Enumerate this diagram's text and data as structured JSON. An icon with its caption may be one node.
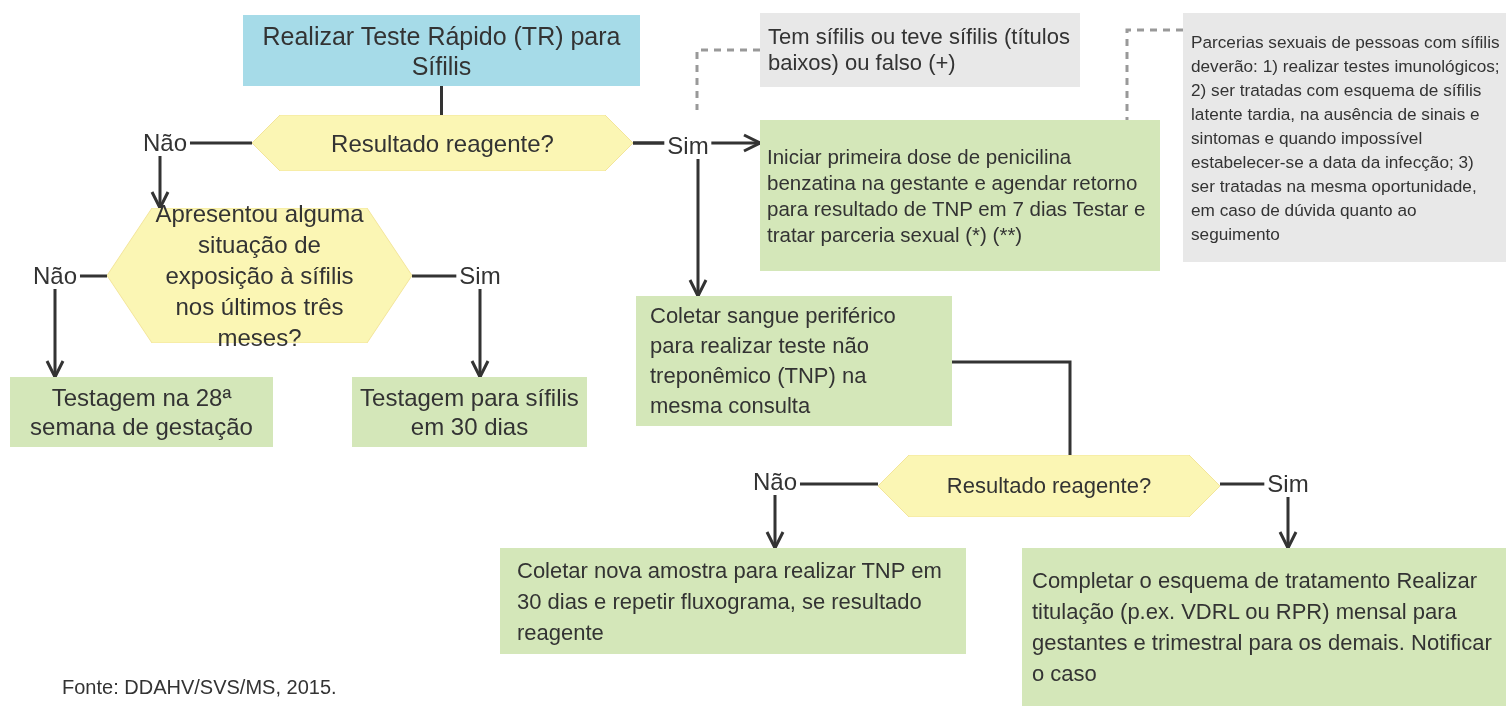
{
  "diagram": {
    "caption": "Fonte: DDAHV/SVS/MS, 2015.",
    "nodes": [
      {
        "text": [
          "Realizar Teste Rápido (TR) para Sífilis"
        ]
      },
      {
        "text": [
          "Resultado reagente?"
        ]
      },
      {
        "text": [
          "Apresentou alguma situação de exposição à sífilis nos últimos três meses?"
        ]
      },
      {
        "text": [
          "Testagem na 28ª semana de gestação"
        ]
      },
      {
        "text": [
          "Testagem para sífilis em 30 dias"
        ]
      },
      {
        "text": [
          "Tem sífilis ou teve sífilis (títulos baixos) ou falso (+)"
        ]
      },
      {
        "text": [
          "Iniciar primeira dose de penicilina benzatina na gestante e agendar retorno para resultado de TNP em 7 dias Testar e tratar parceria sexual (*) (**)"
        ]
      },
      {
        "text": [
          "Parcerias sexuais de pessoas com sífilis deverão: 1) realizar testes imunológicos; 2) ser tratadas com esquema de sífilis latente tardia, na ausência de sinais e sintomas e quando impossível estabelecer-se a data da infecção; 3) ser tratadas na mesma oportunidade, em caso de dúvida quanto ao seguimento"
        ]
      },
      {
        "text": [
          "Coletar sangue periférico para realizar teste não treponêmico (TNP) na mesma consulta"
        ]
      },
      {
        "text": [
          "Resultado reagente?"
        ]
      },
      {
        "text": [
          "Coletar nova amostra para realizar TNP em 30 dias e repetir fluxograma, se resultado reagente"
        ]
      },
      {
        "text": [
          "Completar o esquema de tratamento Realizar titulação (p.ex. VDRL ou RPR) mensal para gestantes e trimestral para os demais. Notificar o caso"
        ]
      }
    ],
    "edges": [
      {
        "from": 0,
        "to": 1,
        "arrow": "none"
      },
      {
        "from": 1,
        "to": 2,
        "arrow": "to",
        "label": "Não"
      },
      {
        "from": 1,
        "to": 6,
        "arrow": "to",
        "label": "Sim"
      },
      {
        "from": 1,
        "to": 8,
        "arrow": "to"
      },
      {
        "from": 2,
        "to": 3,
        "arrow": "to",
        "label": "Não"
      },
      {
        "from": 2,
        "to": 4,
        "arrow": "to",
        "label": "Sim"
      },
      {
        "from": 5,
        "to": null,
        "arrow": "none",
        "style": "dashed",
        "color": "#999999"
      },
      {
        "from": 7,
        "to": 6,
        "arrow": "none",
        "style": "dashed",
        "color": "#999999"
      },
      {
        "from": 8,
        "to": 9,
        "arrow": "none"
      },
      {
        "from": 9,
        "to": 10,
        "arrow": "to",
        "label": "Não"
      },
      {
        "from": 9,
        "to": 11,
        "arrow": "to",
        "label": "Sim"
      }
    ]
  }
}
